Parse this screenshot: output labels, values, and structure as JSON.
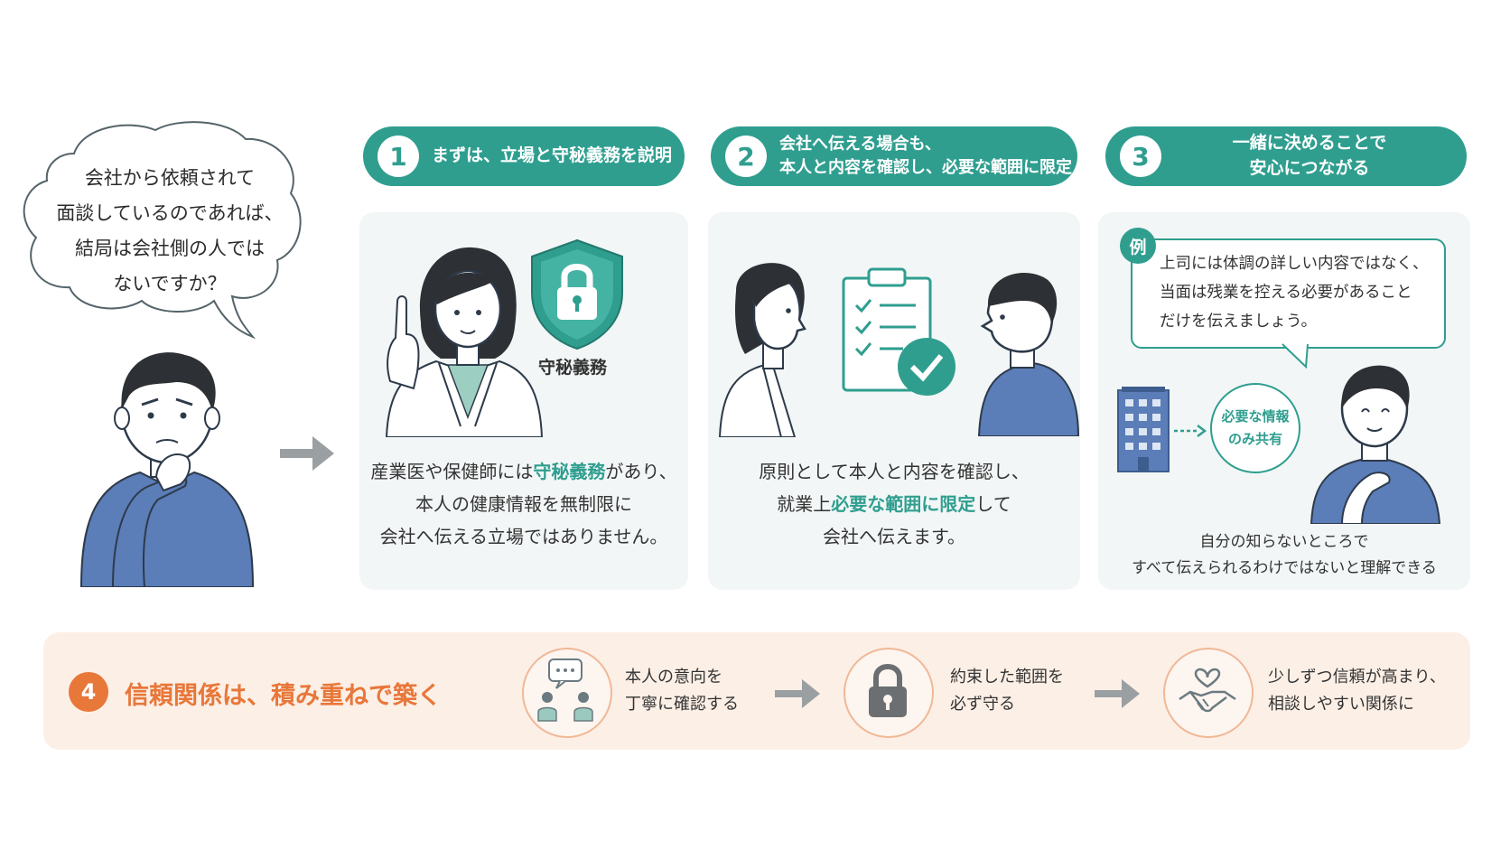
{
  "bubble": {
    "lines": [
      "会社から依頼されて",
      "面談しているのであれば、",
      "結局は会社側の人では",
      "ないですか？"
    ]
  },
  "steps": [
    {
      "number": "1",
      "title_lines": [
        "まずは、立場と守秘義務を説明"
      ]
    },
    {
      "number": "2",
      "title_lines": [
        "会社へ伝える場合も、",
        "本人と内容を確認し、必要な範囲に限定"
      ]
    },
    {
      "number": "3",
      "title_lines": [
        "一緒に決めることで",
        "安心につながる"
      ]
    }
  ],
  "panel1": {
    "shield_label": "守秘義務",
    "line1_pre": "産業医や保健師には",
    "line1_hl": "守秘義務",
    "line1_post": "があり、",
    "line2": "本人の健康情報を無制限に",
    "line3": "会社へ伝える立場ではありません。"
  },
  "panel2": {
    "line1": "原則として本人と内容を確認し、",
    "line2_pre": "就業上",
    "line2_hl": "必要な範囲に限定",
    "line2_post": "して",
    "line3": "会社へ伝えます。"
  },
  "panel3": {
    "example_badge": "例",
    "example_lines": [
      "上司には体調の詳しい内容ではなく、",
      "当面は残業を控える必要があること",
      "だけを伝えましょう。"
    ],
    "share_label_lines": [
      "必要な情報",
      "のみ共有"
    ],
    "caption_lines": [
      "自分の知らないところで",
      "すべて伝えられるわけではないと理解できる"
    ]
  },
  "step4": {
    "number": "4",
    "title": "信頼関係は、積み重ねで築く",
    "items": [
      {
        "icon": "conversation-icon",
        "lines": [
          "本人の意向を",
          "丁寧に確認する"
        ]
      },
      {
        "icon": "lock-icon",
        "lines": [
          "約束した範囲を",
          "必ず守る"
        ]
      },
      {
        "icon": "handshake-heart-icon",
        "lines": [
          "少しずつ信頼が高まり、",
          "相談しやすい関係に"
        ]
      }
    ]
  },
  "colors": {
    "teal": "#2f9e8f",
    "orange": "#e8773a",
    "band": "#fcefe6",
    "panel": "#f2f6f6",
    "shirt": "#5b7db8"
  }
}
